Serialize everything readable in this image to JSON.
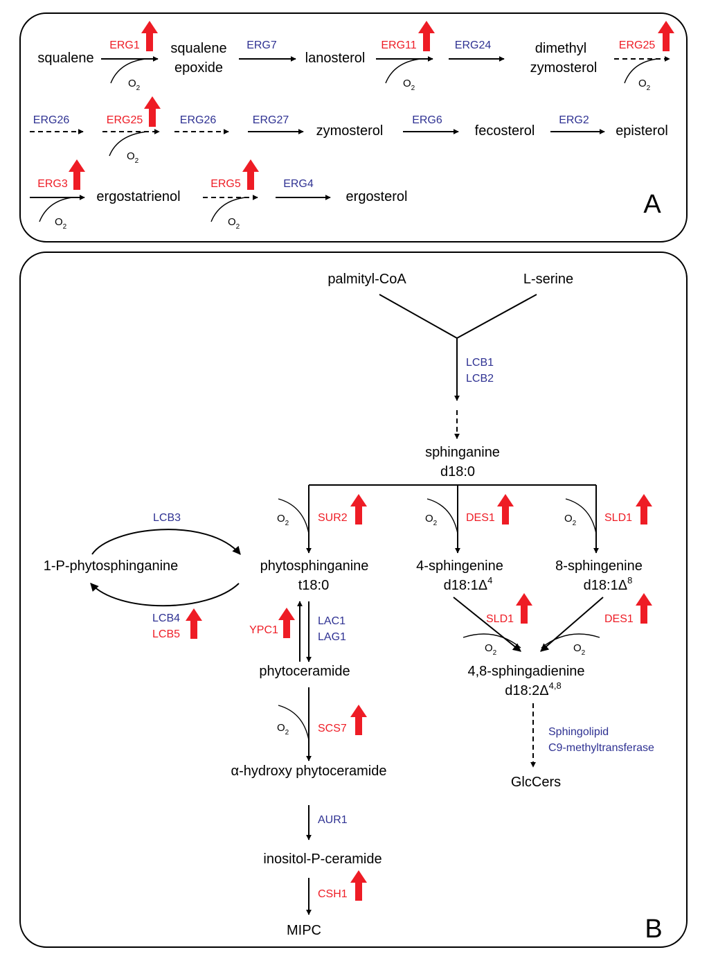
{
  "colors": {
    "upregulated": "#ee1c25",
    "enzyme": "#2e3192",
    "metabolite": "#000000"
  },
  "icons": {
    "upregulation": "red-up-arrow-icon"
  },
  "oxygen": {
    "base": "O",
    "sub": "2"
  },
  "panelA": {
    "label": "A",
    "metabolites": {
      "squalene": "squalene",
      "squalene_epoxide_1": "squalene",
      "squalene_epoxide_2": "epoxide",
      "lanosterol": "lanosterol",
      "dimethyl_zymosterol_1": "dimethyl",
      "dimethyl_zymosterol_2": "zymosterol",
      "zymosterol": "zymosterol",
      "fecosterol": "fecosterol",
      "episterol": "episterol",
      "ergostatrienol": "ergostatrienol",
      "ergosterol": "ergosterol"
    },
    "enzymes": {
      "erg1": "ERG1",
      "erg7": "ERG7",
      "erg11": "ERG11",
      "erg24": "ERG24",
      "erg25_a": "ERG25",
      "erg26_a": "ERG26",
      "erg25_b": "ERG25",
      "erg26_b": "ERG26",
      "erg27": "ERG27",
      "erg6": "ERG6",
      "erg2": "ERG2",
      "erg3": "ERG3",
      "erg5": "ERG5",
      "erg4": "ERG4"
    }
  },
  "panelB": {
    "label": "B",
    "metabolites": {
      "palmityl_coa": "palmityl-CoA",
      "l_serine": "L-serine",
      "sphinganine": "sphinganine",
      "sphinganine_code": "d18:0",
      "phytosphinganine": "phytosphinganine",
      "phytosphinganine_code": "t18:0",
      "p_phytosphinganine": "1-P-phytosphinganine",
      "sphingenine4": "4-sphingenine",
      "sphingenine4_code": "d18:1Δ",
      "sphingenine4_sup": "4",
      "sphingenine8": "8-sphingenine",
      "sphingenine8_code": "d18:1Δ",
      "sphingenine8_sup": "8",
      "sphingadienine": "4,8-sphingadienine",
      "sphingadienine_code": "d18:2Δ",
      "sphingadienine_sup": "4,8",
      "glccers": "GlcCers",
      "phytoceramide": "phytoceramide",
      "a_hydroxy_phytoceramide": "α-hydroxy phytoceramide",
      "inositol_p_ceramide": "inositol-P-ceramide",
      "mipc": "MIPC"
    },
    "enzymes": {
      "lcb1": "LCB1",
      "lcb2": "LCB2",
      "lcb3": "LCB3",
      "lcb4": "LCB4",
      "lcb5": "LCB5",
      "sur2": "SUR2",
      "des1_a": "DES1",
      "sld1_a": "SLD1",
      "sld1_b": "SLD1",
      "des1_b": "DES1",
      "ypc1": "YPC1",
      "lac1": "LAC1",
      "lag1": "LAG1",
      "scs7": "SCS7",
      "aur1": "AUR1",
      "csh1": "CSH1",
      "smt_1": "Sphingolipid",
      "smt_2": "C9-methyltransferase"
    }
  }
}
